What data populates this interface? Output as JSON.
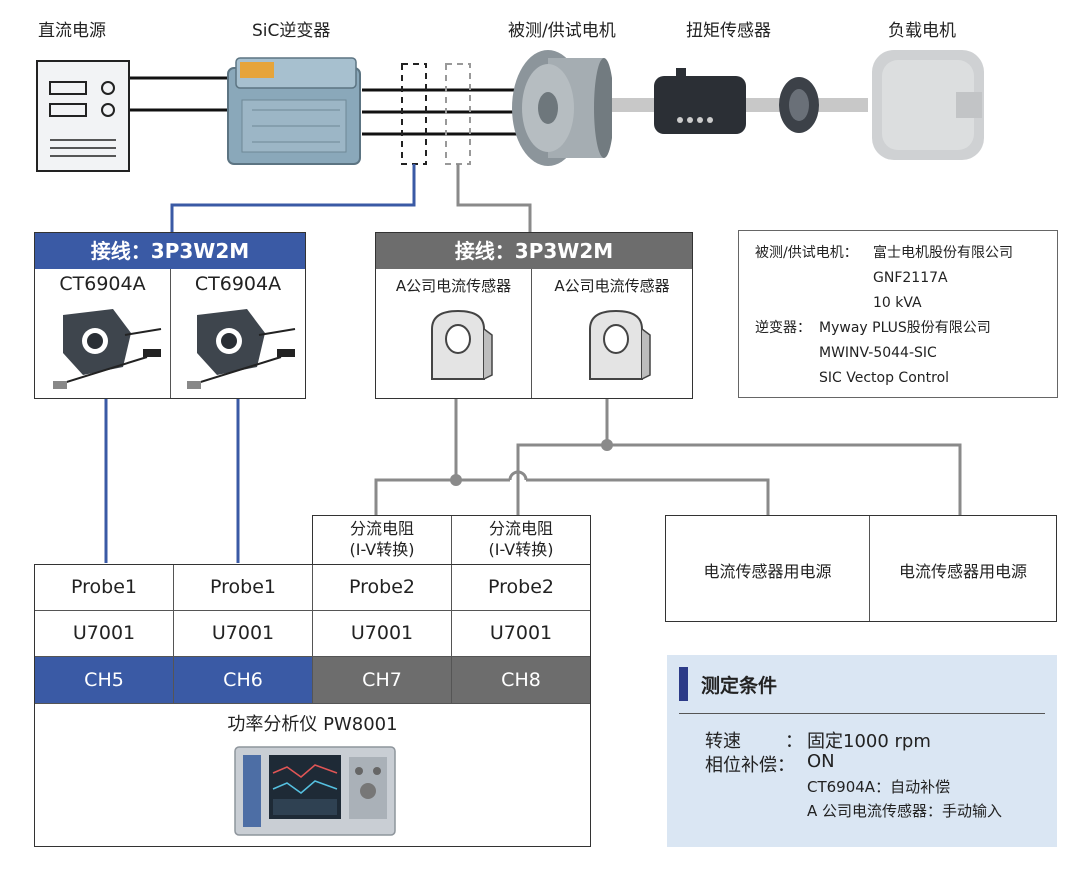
{
  "devices": {
    "dc_power": "直流电源",
    "inverter": "SiC逆变器",
    "motor_test": "被测/供试电机",
    "torque_sensor": "扭矩传感器",
    "load_motor": "负载电机"
  },
  "group_left": {
    "header": "接线：3P3W2M",
    "sensors": [
      "CT6904A",
      "CT6904A"
    ]
  },
  "group_right": {
    "header": "接线：3P3W2M",
    "sensors": [
      "A公司电流传感器",
      "A公司电流传感器"
    ]
  },
  "info_box": {
    "motor_label": "被测/供试电机：",
    "motor_lines": [
      "富士电机股份有限公司",
      "GNF2117A",
      "10 kVA"
    ],
    "inverter_label": "逆变器：",
    "inverter_lines": [
      "Myway PLUS股份有限公司",
      "MWINV-5044-SIC",
      "SIC Vectop Control"
    ]
  },
  "shunts": [
    {
      "line1": "分流电阻",
      "line2": "(I-V转换)"
    },
    {
      "line1": "分流电阻",
      "line2": "(I-V转换)"
    }
  ],
  "power_supplies": [
    "电流传感器用电源",
    "电流传感器用电源"
  ],
  "analyzer": {
    "columns": [
      {
        "probe": "Probe1",
        "unit": "U7001",
        "channel": "CH5"
      },
      {
        "probe": "Probe1",
        "unit": "U7001",
        "channel": "CH6"
      },
      {
        "probe": "Probe2",
        "unit": "U7001",
        "channel": "CH7"
      },
      {
        "probe": "Probe2",
        "unit": "U7001",
        "channel": "CH8"
      }
    ],
    "name": "功率分析仪 PW8001"
  },
  "conditions": {
    "title": "测定条件",
    "speed_label": "转速",
    "speed_sep": "：",
    "speed_value": "固定1000 rpm",
    "phase_label": "相位补偿：",
    "phase_value": "ON",
    "phase_detail_1": "CT6904A：自动补偿",
    "phase_detail_2": "A 公司电流传感器：手动输入"
  },
  "colors": {
    "blue": "#3a5aa5",
    "gray": "#6d6d6d",
    "panel": "#dae6f3"
  }
}
